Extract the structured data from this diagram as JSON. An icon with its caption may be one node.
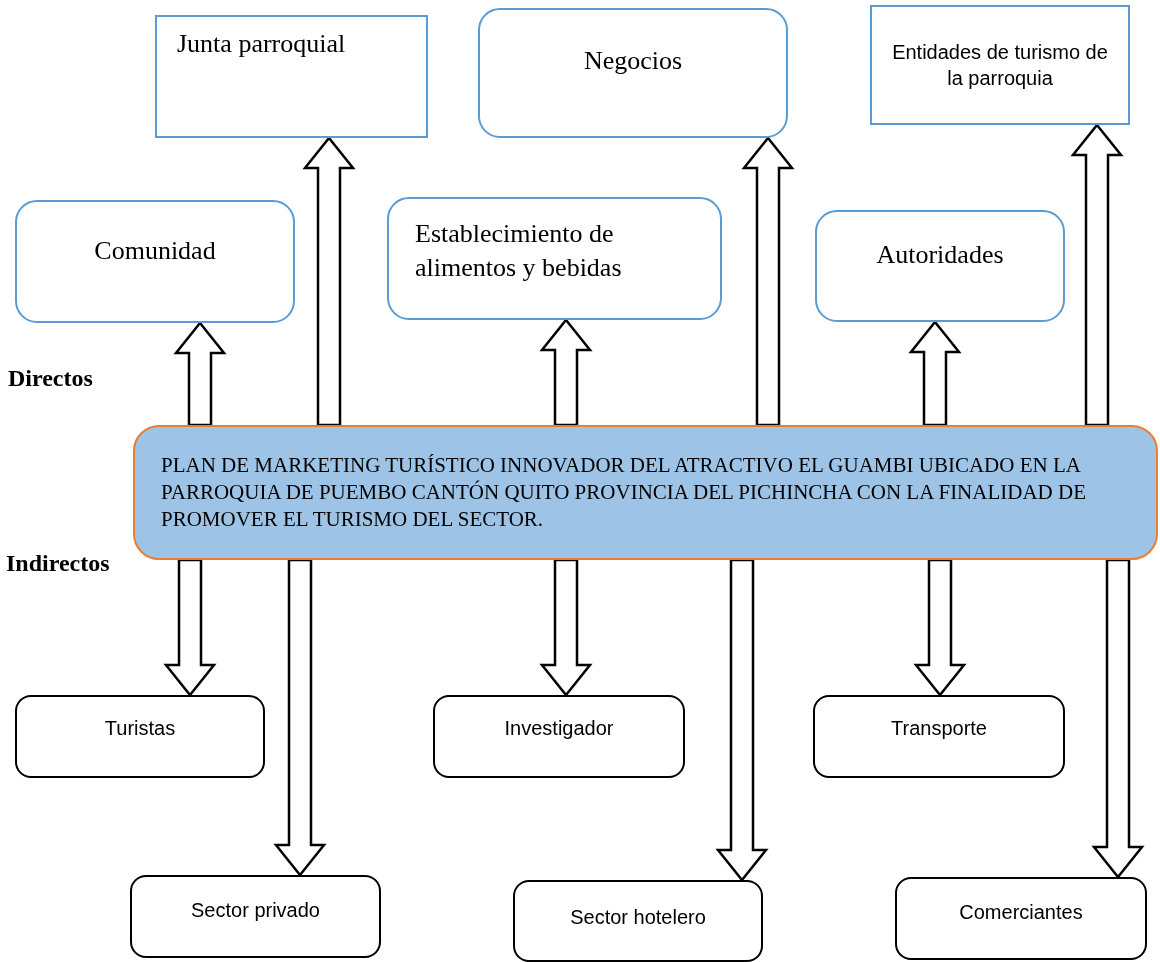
{
  "diagram": {
    "nodes": [
      {
        "text": [
          "PLAN DE MARKETING TURÍSTICO INNOVADOR DEL ATRACTIVO EL GUAMBI UBICADO EN LA PARROQUIA DE PUEMBO CANTÓN QUITO PROVINCIA DEL PICHINCHA CON LA FINALIDAD DE PROMOVER EL TURISMO DEL SECTOR."
        ]
      },
      {
        "text": [
          "Junta parroquial"
        ]
      },
      {
        "text": [
          "Negocios"
        ]
      },
      {
        "text": [
          "Entidades de turismo de la parroquia"
        ]
      },
      {
        "text": [
          "Comunidad"
        ]
      },
      {
        "text": [
          "Establecimiento de alimentos y bebidas"
        ]
      },
      {
        "text": [
          "Autoridades"
        ]
      },
      {
        "text": [
          "Turistas"
        ]
      },
      {
        "text": [
          "Investigador"
        ]
      },
      {
        "text": [
          "Transporte"
        ]
      },
      {
        "text": [
          "Sector privado"
        ]
      },
      {
        "text": [
          "Sector hotelero"
        ]
      },
      {
        "text": [
          "Comerciantes"
        ]
      }
    ],
    "edges": [
      {
        "from": 0,
        "to": 4,
        "arrow": "to"
      },
      {
        "from": 0,
        "to": 1,
        "arrow": "to"
      },
      {
        "from": 0,
        "to": 5,
        "arrow": "to"
      },
      {
        "from": 0,
        "to": 2,
        "arrow": "to"
      },
      {
        "from": 0,
        "to": 6,
        "arrow": "to"
      },
      {
        "from": 0,
        "to": 3,
        "arrow": "to"
      },
      {
        "from": 0,
        "to": 7,
        "arrow": "to"
      },
      {
        "from": 0,
        "to": 10,
        "arrow": "to"
      },
      {
        "from": 0,
        "to": 8,
        "arrow": "to"
      },
      {
        "from": 0,
        "to": 11,
        "arrow": "to"
      },
      {
        "from": 0,
        "to": 9,
        "arrow": "to"
      },
      {
        "from": 0,
        "to": 12,
        "arrow": "to"
      }
    ],
    "labels": [
      "Directos",
      "Indirectos"
    ]
  }
}
